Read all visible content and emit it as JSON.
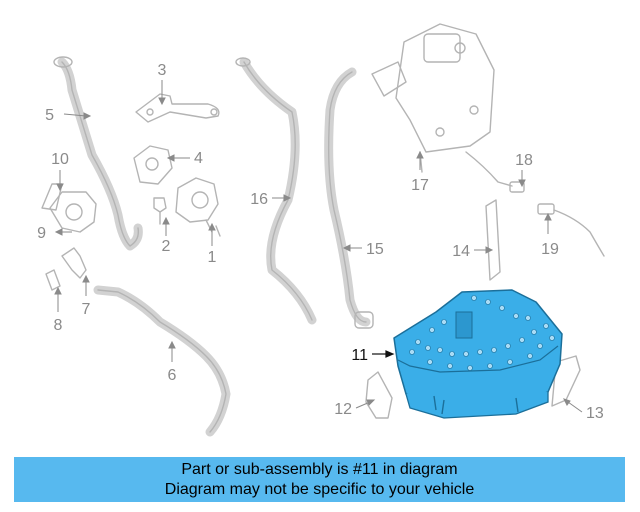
{
  "diagram": {
    "callouts": {
      "c1": "1",
      "c2": "2",
      "c3": "3",
      "c4": "4",
      "c5": "5",
      "c6": "6",
      "c7": "7",
      "c8": "8",
      "c9": "9",
      "c10": "10",
      "c11": "11",
      "c12": "12",
      "c13": "13",
      "c14": "14",
      "c15": "15",
      "c16": "16",
      "c17": "17",
      "c18": "18",
      "c19": "19"
    },
    "highlighted_part": "11",
    "highlight_color": "#3aaee8",
    "outline_color": "#b4b4b4"
  },
  "banner": {
    "line1": "Part or sub-assembly is #11 in diagram",
    "line2": "Diagram may not be specific to your vehicle",
    "background": "#57b9ef"
  }
}
